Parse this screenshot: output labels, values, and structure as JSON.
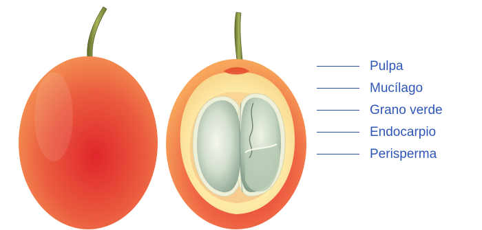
{
  "diagram": {
    "labels": [
      {
        "text": "Pulpa"
      },
      {
        "text": "Mucílago"
      },
      {
        "text": "Grano verde"
      },
      {
        "text": "Endocarpio"
      },
      {
        "text": "Perisperma"
      }
    ]
  },
  "colors": {
    "label_text": "#2f55b7",
    "leader_line": "#2d4b9b",
    "skin_center": "#e0262b",
    "skin_edge": "#f38a4e",
    "pulp": "#fbe7a1",
    "bean": "#c8d8c5",
    "stem": "#7f8d3b"
  }
}
